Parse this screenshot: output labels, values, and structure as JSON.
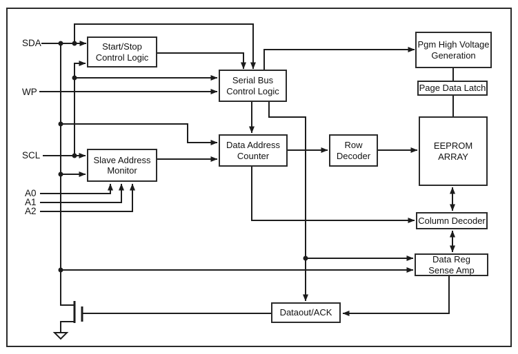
{
  "colors": {
    "background": "#ffffff",
    "line": "#1c1c1c",
    "box_border": "#2a2a2a",
    "text": "#111111"
  },
  "signals": [
    {
      "label": "SDA"
    },
    {
      "label": "WP"
    },
    {
      "label": "SCL"
    },
    {
      "label": "A0"
    },
    {
      "label": "A1"
    },
    {
      "label": "A2"
    }
  ],
  "blocks": [
    {
      "id": "start-stop-control-logic",
      "label": "Start/Stop\nControl Logic"
    },
    {
      "id": "serial-bus-control-logic",
      "label": "Serial Bus\nControl Logic"
    },
    {
      "id": "slave-address-monitor",
      "label": "Slave Address\nMonitor"
    },
    {
      "id": "data-address-counter",
      "label": "Data Address\nCounter"
    },
    {
      "id": "row-decoder",
      "label": "Row\nDecoder"
    },
    {
      "id": "eeprom-array",
      "label": "EEPROM\nARRAY"
    },
    {
      "id": "pgm-high-voltage-generation",
      "label": "Pgm High Voltage\nGeneration"
    },
    {
      "id": "page-data-latch",
      "label": "Page Data Latch"
    },
    {
      "id": "column-decoder",
      "label": "Column Decoder"
    },
    {
      "id": "data-reg-sense-amp",
      "label": "Data Reg\nSense Amp"
    },
    {
      "id": "dataout-ack",
      "label": "Dataout/ACK"
    }
  ]
}
